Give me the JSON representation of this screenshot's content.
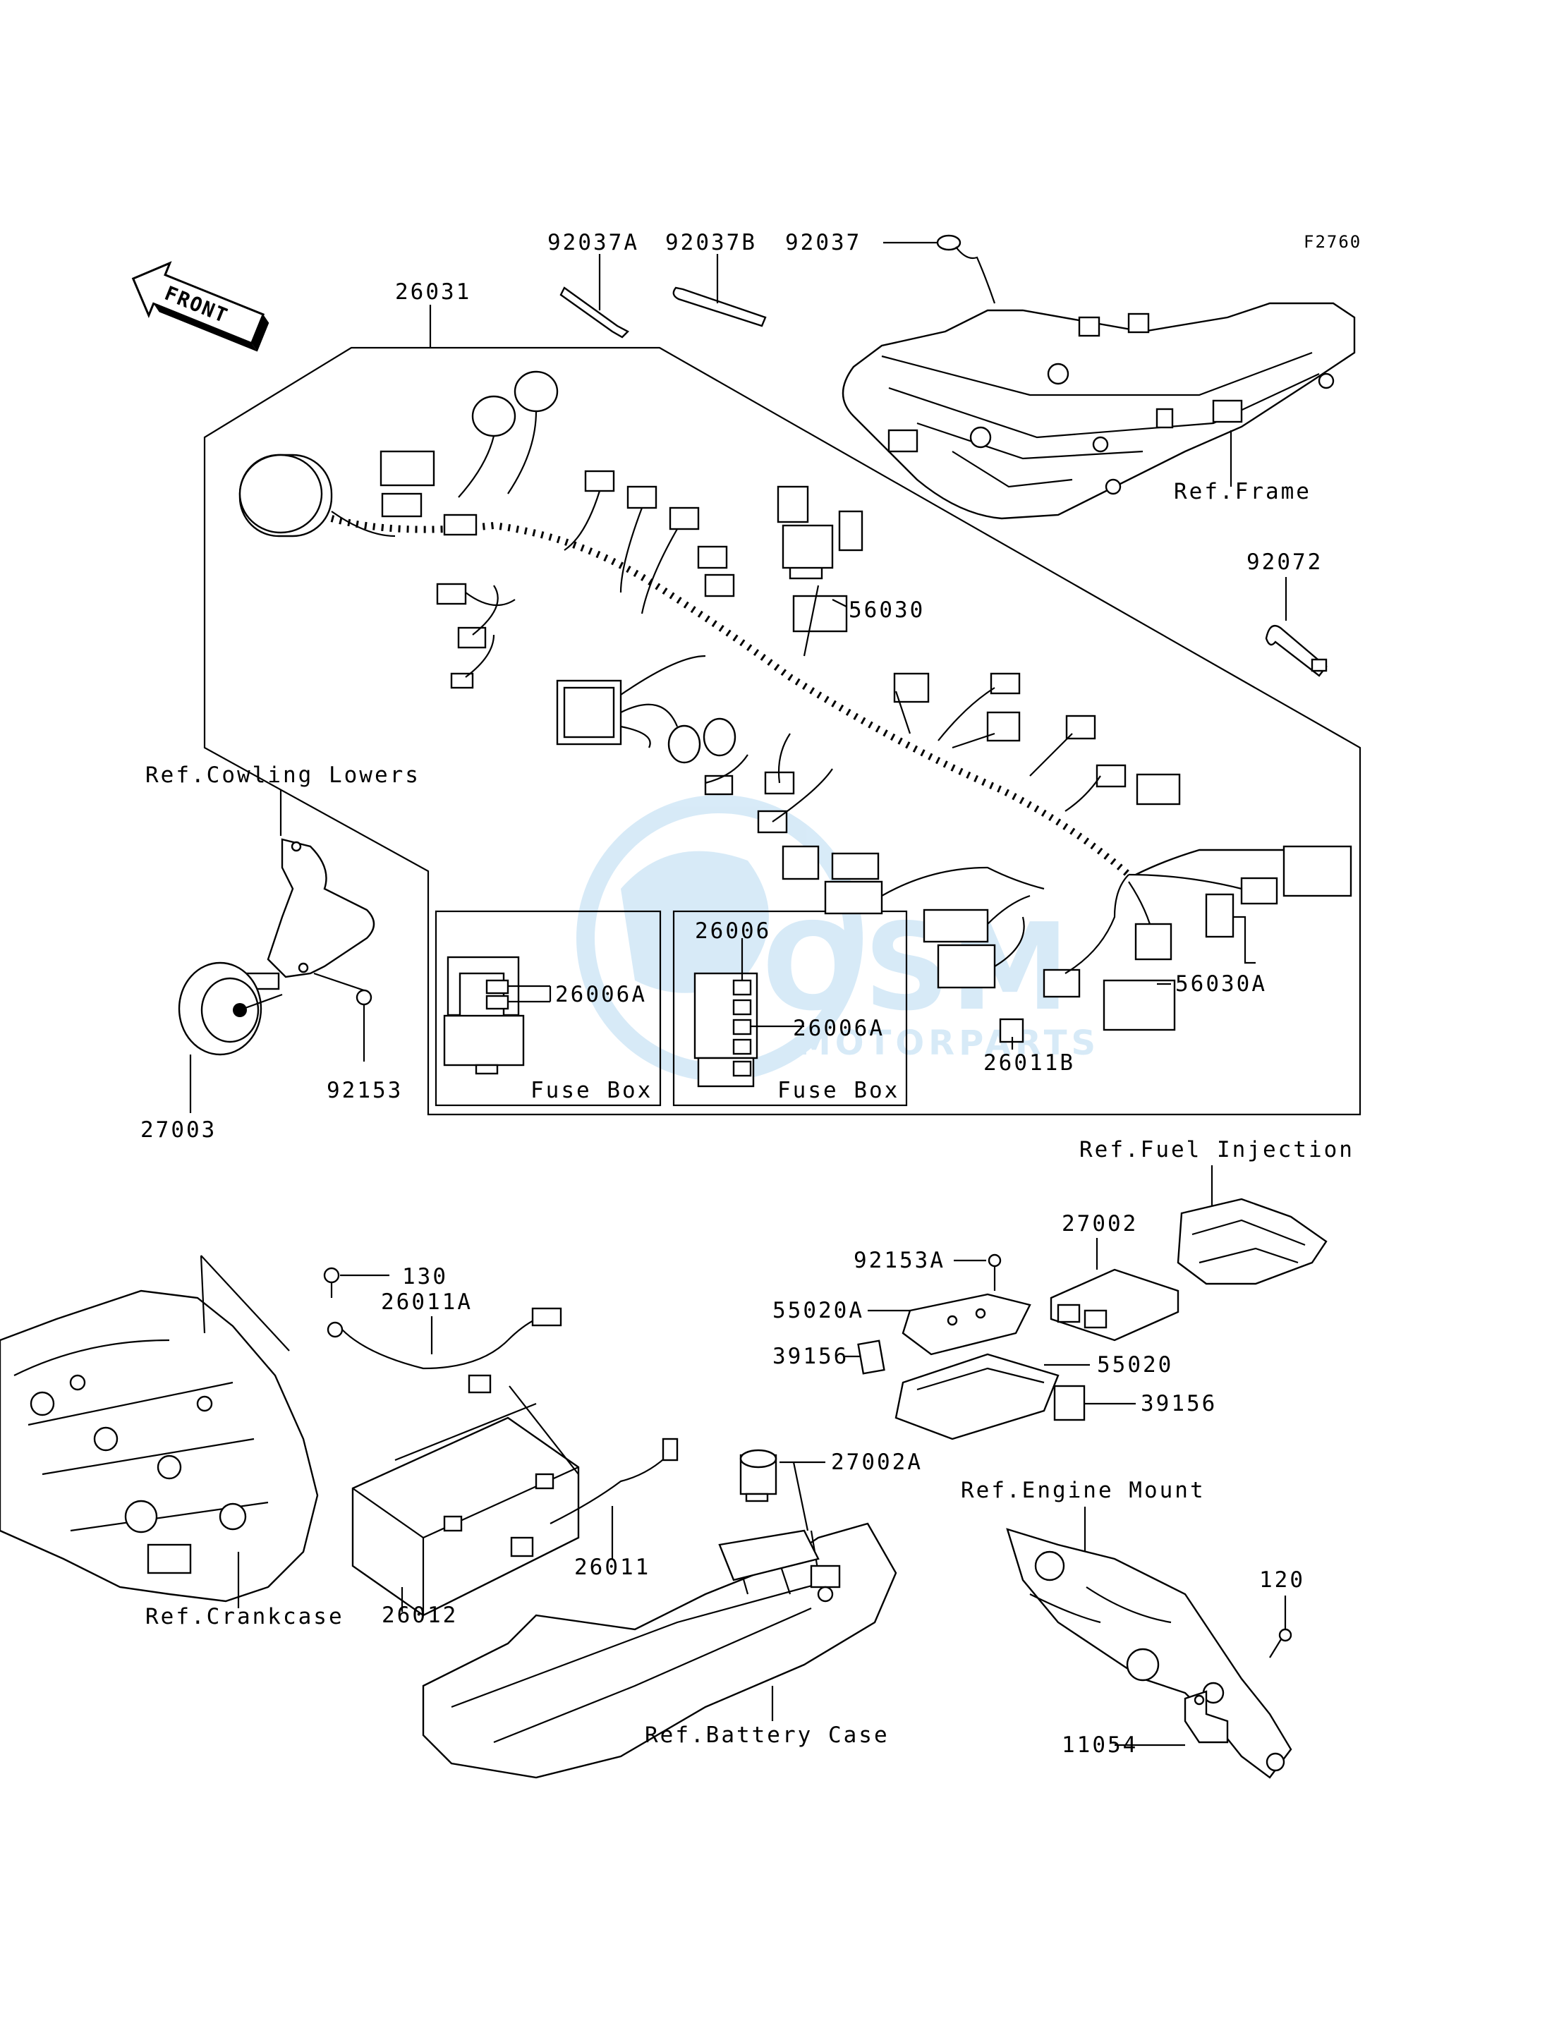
{
  "figure_code": "F2760",
  "front_arrow_label": "FRONT",
  "watermark": {
    "main": "OSM",
    "sub": "MOTORPARTS"
  },
  "parts": {
    "p26031": "26031",
    "p92037A": "92037A",
    "p92037B": "92037B",
    "p92037": "92037",
    "p92072": "92072",
    "p56030": "56030",
    "p56030A": "56030A",
    "p26006": "26006",
    "p26006A_left": "26006A",
    "p26006A_right": "26006A",
    "p26011B": "26011B",
    "p27003": "27003",
    "p92153": "92153",
    "p130": "130",
    "p26011A": "26011A",
    "p26012": "26012",
    "p26011": "26011",
    "p27002": "27002",
    "p92153A": "92153A",
    "p55020A": "55020A",
    "p39156_left": "39156",
    "p55020": "55020",
    "p39156_right": "39156",
    "p27002A": "27002A",
    "p120": "120",
    "p11054": "11054"
  },
  "references": {
    "frame": "Ref.Frame",
    "cowling_lowers": "Ref.Cowling Lowers",
    "fuel_injection": "Ref.Fuel Injection",
    "engine_mount": "Ref.Engine Mount",
    "crankcase": "Ref.Crankcase",
    "battery_case": "Ref.Battery Case"
  },
  "fuse_box_left": "Fuse Box",
  "fuse_box_right": "Fuse Box"
}
